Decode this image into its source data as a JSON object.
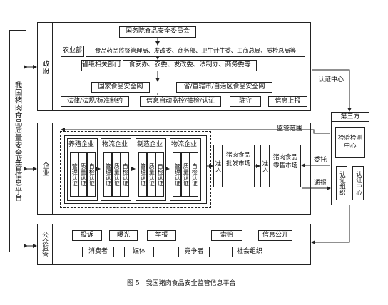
{
  "platform": "我国猪肉食品质量安全监管信息平台",
  "sections": {
    "gov": "政府",
    "ent": "企业",
    "pub": "公众监管"
  },
  "gov": {
    "top": "国务院食品安全委员会",
    "row2_left": "农业部",
    "row2_right": "食品药品监督管理局、发改委、商务部、卫生计生委、工商总局、质检总局等",
    "row3_left": "省级相关部门",
    "row3_right": "食安办、农委、发改委、法制办、商务委等",
    "row4_left": "国家食品安全网",
    "row4_right": "省/直辖市/自治区食品安全网",
    "row5": [
      "法律/法规/标准制约",
      "信息自动监控/抽检/认证",
      "驻守",
      "信息上报"
    ]
  },
  "ent": {
    "chain": [
      "养殖企业",
      "物流企业",
      "制造企业",
      "物流企业"
    ],
    "sub": [
      "管理认证",
      "质量认证",
      "自检认证"
    ],
    "entry1": "准入",
    "wholesale": "猪肉食品批发市场",
    "entry2": "准入",
    "retail": "猪肉食品零售市场"
  },
  "third": {
    "title": "第三方",
    "lab": "检验检测中心",
    "org": "认证组织",
    "center": "认证中心"
  },
  "edge_labels": {
    "cert_center": "认证中心",
    "scope": "监管范围",
    "entrust": "委托",
    "report": "通报"
  },
  "pub": [
    "投诉",
    "曝光",
    "举报",
    "索赔",
    "信息公开",
    "消费者",
    "媒体",
    "竞争者",
    "社会组织"
  ],
  "caption": "图 5　我国猪肉食品安全监管信息平台"
}
